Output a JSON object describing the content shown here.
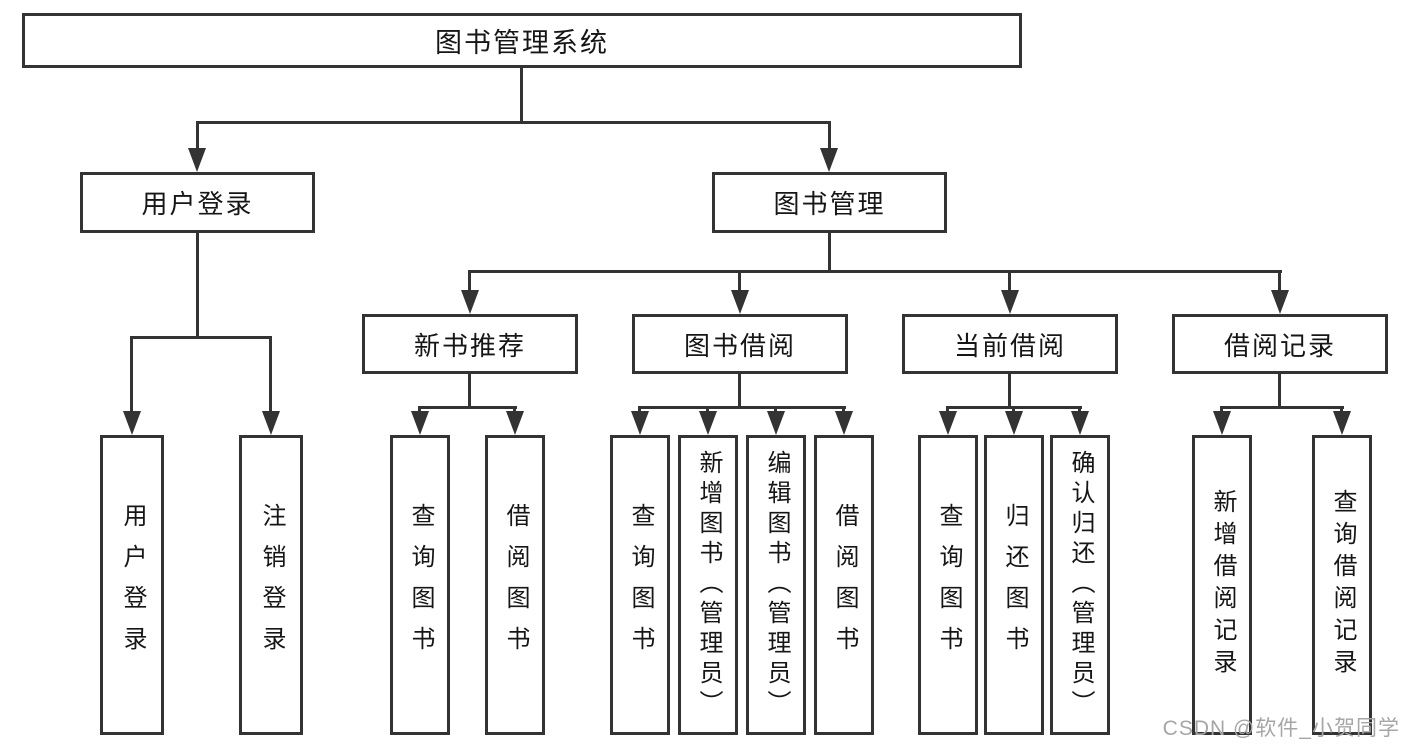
{
  "tree": {
    "label": "图书管理系统",
    "children": [
      {
        "label": "用户登录",
        "children": [
          {
            "label": "用户登录"
          },
          {
            "label": "注销登录"
          }
        ]
      },
      {
        "label": "图书管理",
        "children": [
          {
            "label": "新书推荐",
            "children": [
              {
                "label": "查询图书"
              },
              {
                "label": "借阅图书"
              }
            ]
          },
          {
            "label": "图书借阅",
            "children": [
              {
                "label": "查询图书"
              },
              {
                "label": "新增图书（管理员）"
              },
              {
                "label": "编辑图书（管理员）"
              },
              {
                "label": "借阅图书"
              }
            ]
          },
          {
            "label": "当前借阅",
            "children": [
              {
                "label": "查询图书"
              },
              {
                "label": "归还图书"
              },
              {
                "label": "确认归还（管理员）"
              }
            ]
          },
          {
            "label": "借阅记录",
            "children": [
              {
                "label": "新增借阅记录"
              },
              {
                "label": "查询借阅记录"
              }
            ]
          }
        ]
      }
    ]
  },
  "watermark": "CSDN @软件_小贺同学",
  "colors": {
    "line": "#333333",
    "box_border": "#333333",
    "box_fill": "#ffffff",
    "text": "#161616",
    "watermark": "#a6a6a6"
  }
}
